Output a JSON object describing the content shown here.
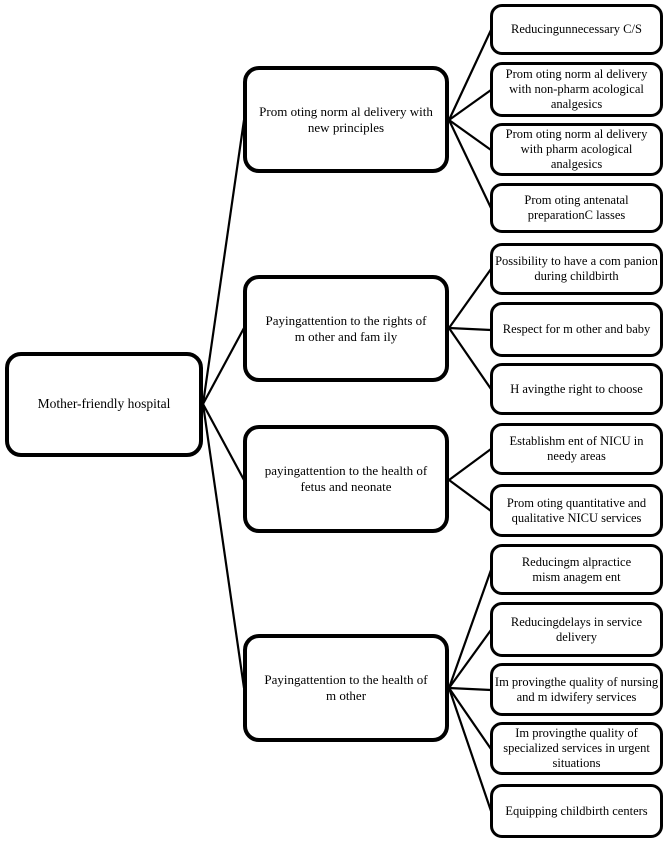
{
  "diagram": {
    "title": "Mother-friendly hospital strategy diagram",
    "root": {
      "label": "Mother-friendly hospital"
    },
    "branches": [
      {
        "label": "Prom oting norm al delivery with new principles",
        "children": [
          "Reducingunnecessary C/S",
          "Prom oting norm al delivery with non-pharm acological analgesics",
          "Prom oting norm al delivery with pharm acological analgesics",
          "Prom oting antenatal preparationC lasses"
        ]
      },
      {
        "label": "Payingattention to the rights of m other and fam ily",
        "children": [
          "Possibility to have a com panion during childbirth",
          "Respect for m other and baby",
          "H avingthe right to choose"
        ]
      },
      {
        "label": "payingattention to the health of fetus and neonate",
        "children": [
          "Establishm ent of NICU in needy areas",
          "Prom oting quantitative and qualitative NICU services"
        ]
      },
      {
        "label": "Payingattention to the health of m other",
        "children": [
          "Reducingm alpractice mism anagem ent",
          "Reducingdelays in service delivery",
          "Im provingthe quality of nursing and m idwifery services",
          "Im provingthe quality of specialized services in urgent situations",
          "Equipping childbirth centers"
        ]
      }
    ],
    "colors": {
      "background": "#ffffff",
      "box_border": "#000000",
      "text": "#000000",
      "connector": "#000000"
    }
  }
}
